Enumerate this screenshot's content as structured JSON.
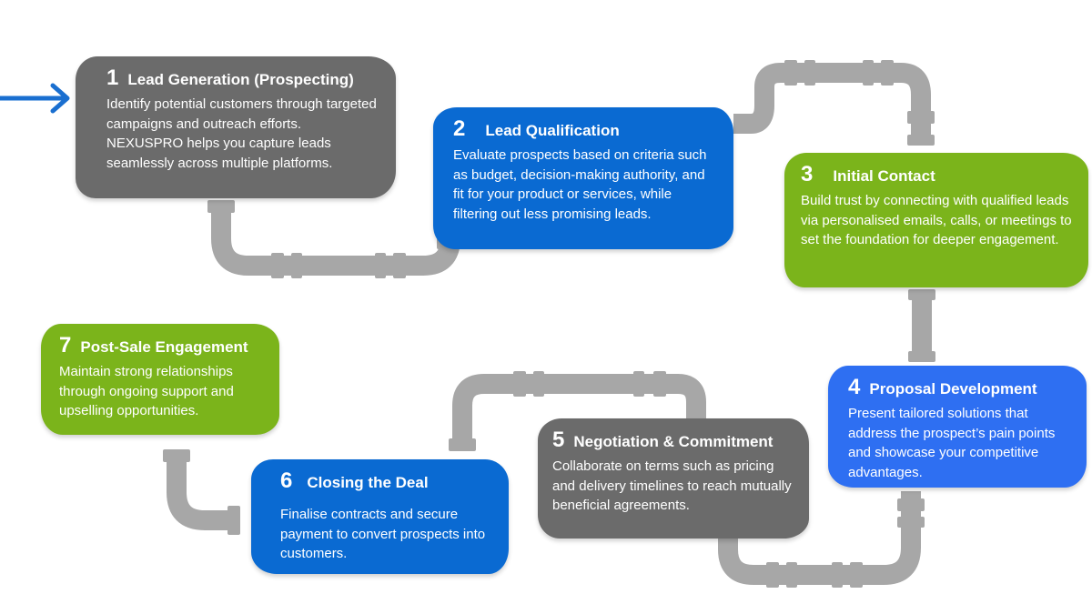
{
  "colors": {
    "pipe": "#a7a7a7",
    "pipe_dark": "#8f8f8f",
    "arrow": "#1a6fd0",
    "gray_card": "#6b6b6b",
    "blue_card": "#0a6ad2",
    "green_card": "#7bb41b",
    "light_blue_card": "#2e6ff2",
    "text": "#ffffff"
  },
  "steps": [
    {
      "number": "1",
      "title": "Lead Generation (Prospecting)",
      "description": "Identify potential customers through targeted campaigns and outreach efforts. NEXUSPRO helps you capture leads seamlessly across multiple platforms."
    },
    {
      "number": "2",
      "title": "Lead Qualification",
      "description": "Evaluate prospects based on criteria such as budget, decision-making authority, and fit for your product or services, while filtering out less promising leads."
    },
    {
      "number": "3",
      "title": "Initial Contact",
      "description": "Build trust by connecting with qualified leads via personalised emails, calls, or meetings to set the foundation for deeper engagement."
    },
    {
      "number": "4",
      "title": "Proposal Development",
      "description": "Present tailored solutions that address the prospect’s pain points and showcase your competitive advantages."
    },
    {
      "number": "5",
      "title": "Negotiation & Commitment",
      "description": "Collaborate on terms such as pricing and delivery timelines to reach mutually beneficial agreements."
    },
    {
      "number": "6",
      "title": "Closing the Deal",
      "description": "Finalise contracts and secure payment to convert prospects into customers."
    },
    {
      "number": "7",
      "title": "Post-Sale Engagement",
      "description": "Maintain strong relationships through ongoing support and upselling opportunities."
    }
  ]
}
